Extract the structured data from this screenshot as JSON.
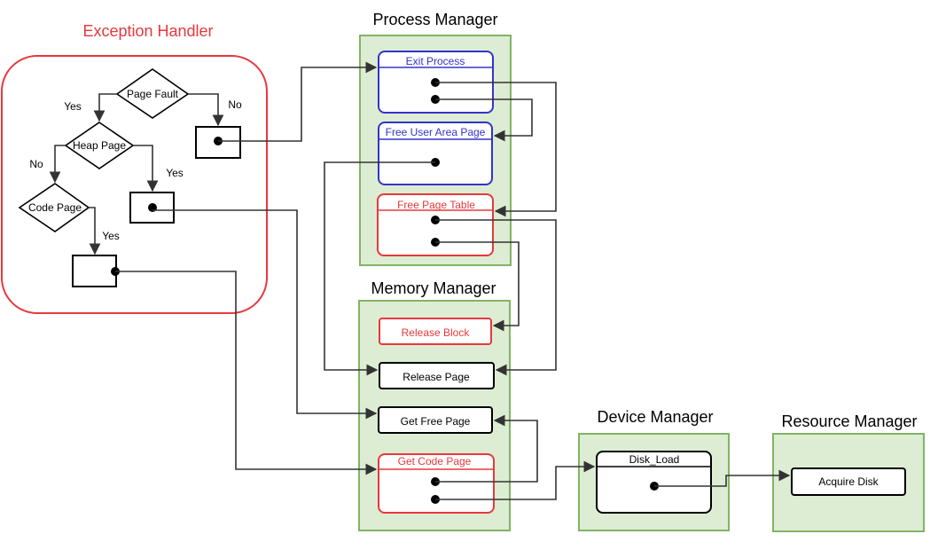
{
  "diagram": {
    "exception_handler": {
      "title": "Exception Handler",
      "decisions": {
        "page_fault": "Page Fault",
        "heap_page": "Heap Page",
        "code_page": "Code Page"
      },
      "edge_labels": {
        "yes_1": "Yes",
        "no_1": "No",
        "no_2": "No",
        "yes_2": "Yes",
        "yes_3": "Yes"
      }
    },
    "process_manager": {
      "title": "Process Manager",
      "blocks": {
        "exit_process": "Exit Process",
        "free_user_area_page": "Free User Area Page",
        "free_page_table": "Free Page Table"
      }
    },
    "memory_manager": {
      "title": "Memory Manager",
      "blocks": {
        "release_block": "Release Block",
        "release_page": "Release Page",
        "get_free_page": "Get Free Page",
        "get_code_page": "Get Code Page"
      }
    },
    "device_manager": {
      "title": "Device Manager",
      "blocks": {
        "disk_load": "Disk_Load"
      }
    },
    "resource_manager": {
      "title": "Resource Manager",
      "blocks": {
        "acquire_disk": "Acquire Disk"
      }
    },
    "colors": {
      "red": "#e8383d",
      "blue": "#3333cc",
      "group_fill": "#dcedd3",
      "group_stroke": "#82b366",
      "edge": "#333333"
    }
  }
}
